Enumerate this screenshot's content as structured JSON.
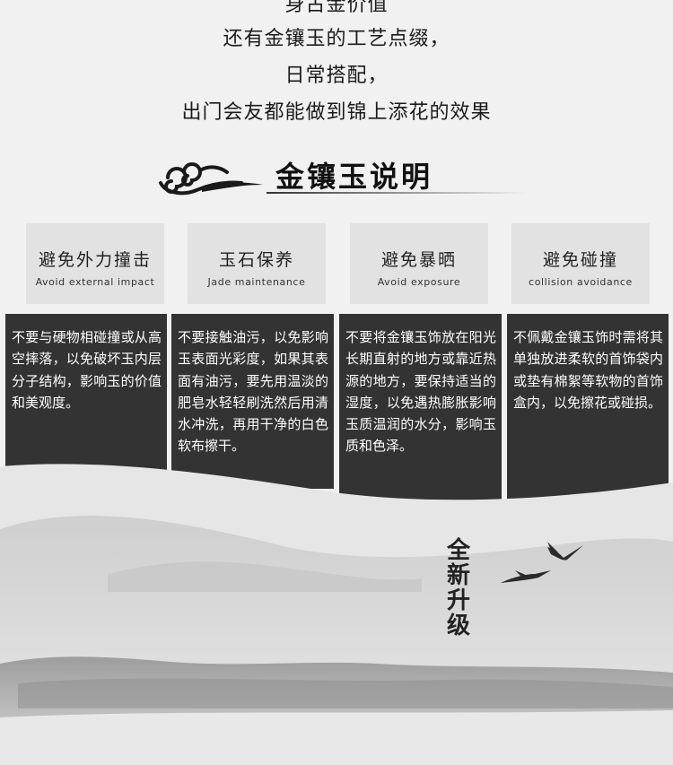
{
  "intro": {
    "line0": "身古金价值",
    "line1": "还有金镶玉的工艺点缀，",
    "line2": "日常搭配，",
    "line3": "出门会友都能做到锦上添花的效果"
  },
  "section_title": "金镶玉说明",
  "tags": [
    {
      "zh": "避免外力撞击",
      "en": "Avoid external impact"
    },
    {
      "zh": "玉石保养",
      "en": "Jade maintenance"
    },
    {
      "zh": "避免暴晒",
      "en": "Avoid exposure"
    },
    {
      "zh": "避免碰撞",
      "en": "collision avoidance"
    }
  ],
  "cards": [
    "不要与硬物相碰撞或从高空摔落，以免破坏玉内层分子结构，影响玉的价值和美观度。",
    "不要接触油污，以免影响玉表面光彩度，如果其表面有油污，要先用温淡的肥皂水轻轻刷洗然后用清水冲洗，再用干净的白色软布擦干。",
    "不要将金镶玉饰放在阳光长期直射的地方或靠近热源的地方，要保持适当的湿度，以免遇热膨胀影响玉质温润的水分，影响玉质和色泽。",
    "不佩戴金镶玉饰时需将其单独放进柔软的首饰袋内或垫有棉絮等软物的首饰盒内，以免擦花或碰损。"
  ],
  "vertical_text": "全新升级",
  "colors": {
    "card_bg": "#333333",
    "tag_bg": "#e2e2e2",
    "page_bg": "#f1f1f1"
  },
  "icons": [
    "auspicious-cloud-icon",
    "flying-crane-icon"
  ]
}
